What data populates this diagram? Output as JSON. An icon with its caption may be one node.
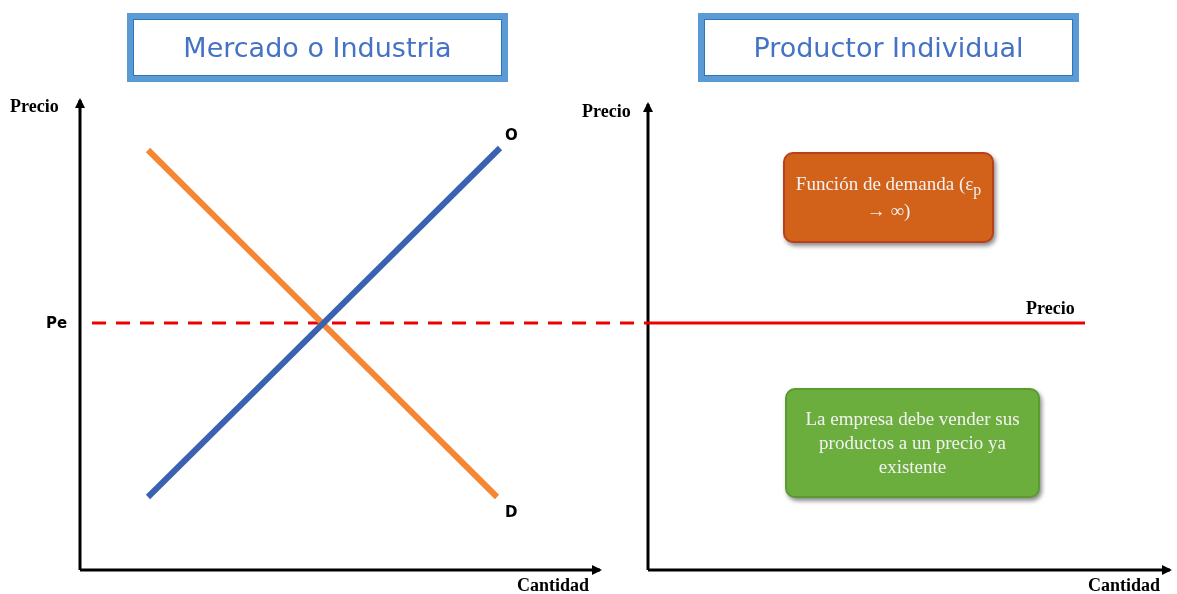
{
  "diagram": {
    "nodes": [
      {
        "text": [
          "Mercado o Industria"
        ]
      },
      {
        "text": [
          "Productor Individual"
        ]
      },
      {
        "text": [
          "Función de demanda (ε$_{p}$ → ∞)"
        ]
      },
      {
        "text": [
          "La empresa debe vender sus productos a un precio ya existente"
        ]
      }
    ],
    "labels": [
      "Precio",
      "O",
      "Pe",
      "D",
      "Cantidad",
      "Precio",
      "Precio",
      "Cantidad"
    ]
  }
}
